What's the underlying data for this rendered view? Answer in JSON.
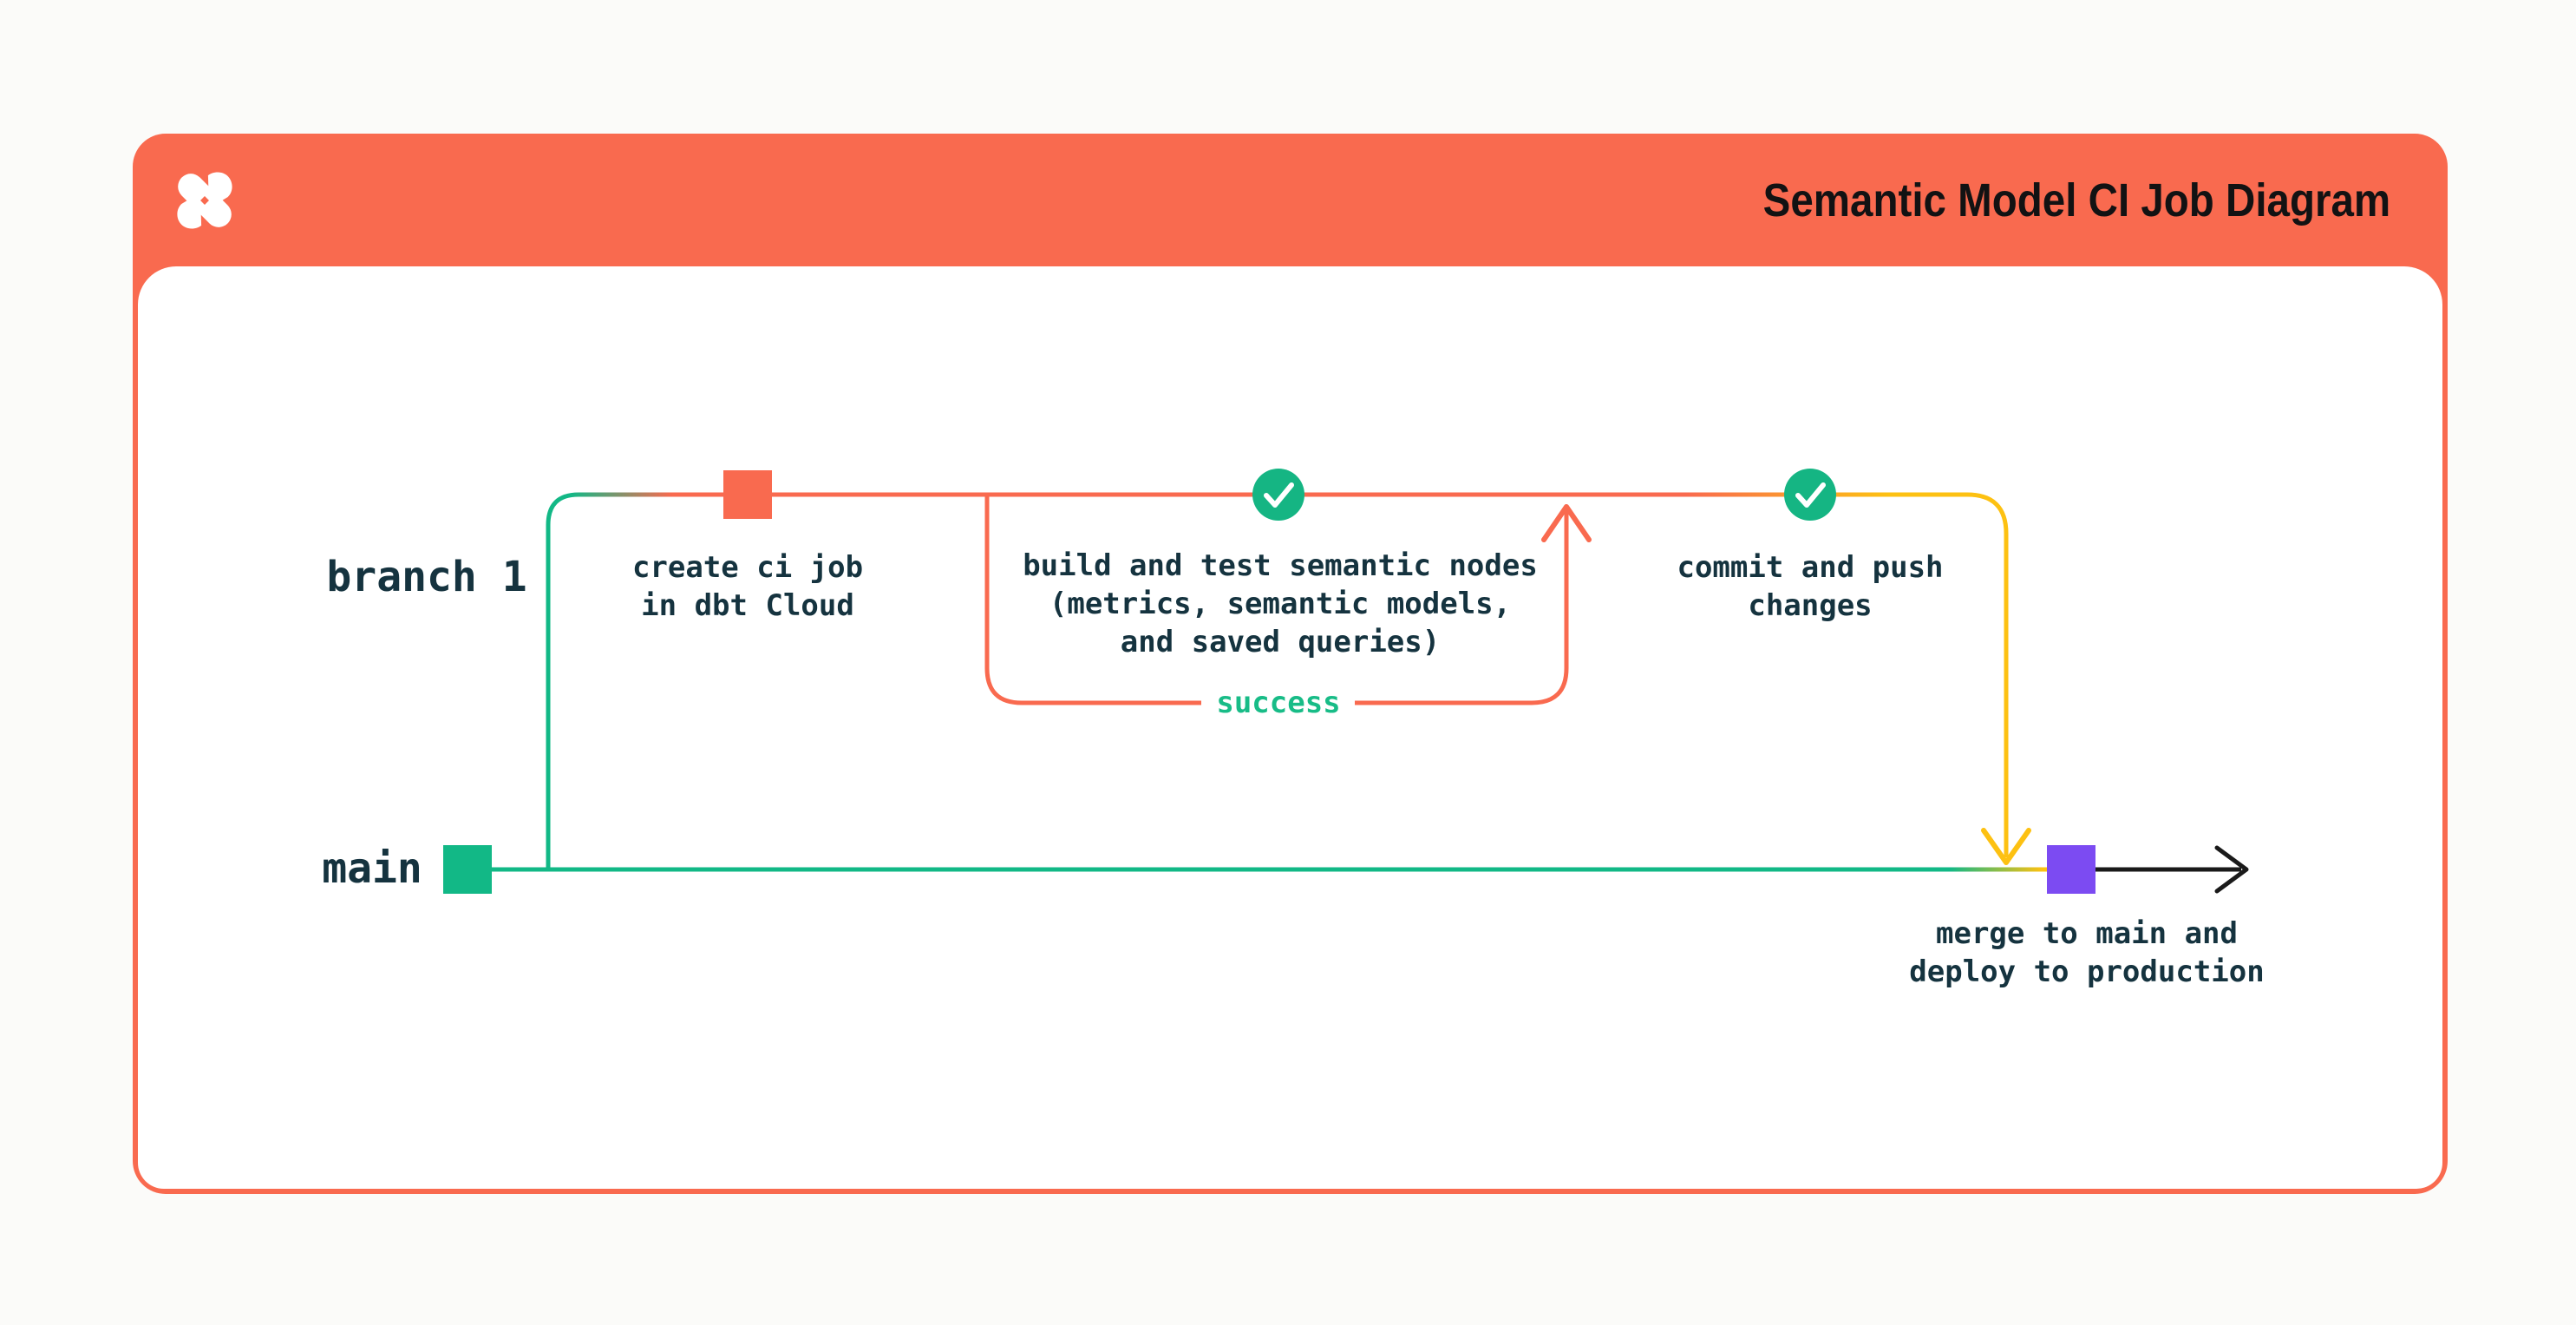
{
  "header": {
    "title": "Semantic Model CI Job Diagram",
    "logo": "dbt-logo",
    "bg_color": "#F96A4F",
    "title_color": "#121213"
  },
  "diagram": {
    "branch_label": "branch 1",
    "main_label": "main",
    "success_label": "success",
    "nodes": {
      "create_ci": {
        "marker": "orange-square",
        "lines": [
          "create ci job",
          "in dbt Cloud"
        ]
      },
      "build_test": {
        "marker": "green-check-circle",
        "lines": [
          "build and test semantic nodes",
          "(metrics, semantic models,",
          "and saved queries)"
        ]
      },
      "commit_push": {
        "marker": "green-check-circle",
        "lines": [
          "commit and push",
          "changes"
        ]
      },
      "merge_deploy": {
        "marker": "purple-square",
        "lines": [
          "merge to main and",
          "deploy to production"
        ]
      }
    },
    "colors": {
      "orange": "#F96A4F",
      "green": "#12B886",
      "check_green": "#15B583",
      "success_green": "#18BC87",
      "yellow": "#FDC112",
      "purple": "#7C4BF2",
      "black": "#1A1A1A",
      "text_dark": "#15333F"
    }
  }
}
